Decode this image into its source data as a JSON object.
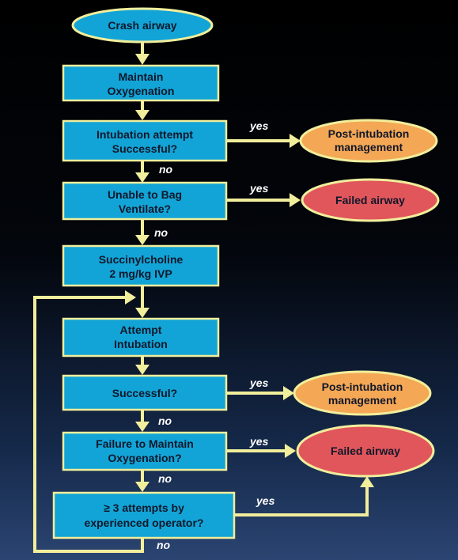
{
  "nodes": {
    "crash_airway": {
      "lines": [
        "Crash airway"
      ]
    },
    "maintain_oxygenation": {
      "lines": [
        "Maintain",
        "Oxygenation"
      ]
    },
    "intubation_attempt": {
      "lines": [
        "Intubation attempt",
        "Successful?"
      ]
    },
    "post_intubation_1": {
      "lines": [
        "Post-intubation",
        "management"
      ]
    },
    "unable_bag": {
      "lines": [
        "Unable to Bag",
        "Ventilate?"
      ]
    },
    "failed_airway_1": {
      "lines": [
        "Failed airway"
      ]
    },
    "succinylcholine": {
      "lines": [
        "Succinylcholine",
        "2 mg/kg IVP"
      ]
    },
    "attempt_intubation": {
      "lines": [
        "Attempt",
        "Intubation"
      ]
    },
    "successful": {
      "lines": [
        "Successful?"
      ]
    },
    "post_intubation_2": {
      "lines": [
        "Post-intubation",
        "management"
      ]
    },
    "failure_maintain": {
      "lines": [
        "Failure to Maintain",
        "Oxygenation?"
      ]
    },
    "failed_airway_2": {
      "lines": [
        "Failed airway"
      ]
    },
    "three_attempts": {
      "lines": [
        "≥ 3 attempts by",
        "experienced operator?"
      ]
    }
  },
  "edge_labels": {
    "yes_1": "yes",
    "no_1": "no",
    "yes_2": "yes",
    "no_2": "no",
    "yes_3": "yes",
    "no_3": "no",
    "yes_4": "yes",
    "no_4": "no",
    "yes_5": "yes",
    "no_5": "no"
  },
  "colors": {
    "process_fill": "#12a4d6",
    "success_fill": "#f4a755",
    "fail_fill": "#e0565b",
    "connector": "#f1ee9c",
    "label_text": "#ffffff"
  }
}
